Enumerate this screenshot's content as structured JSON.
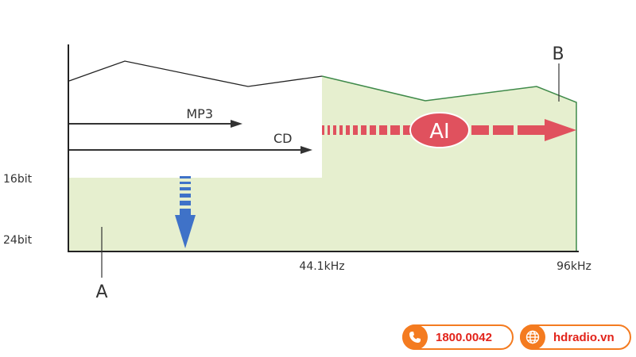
{
  "diagram": {
    "y_labels": {
      "top": "16bit",
      "bottom": "24bit"
    },
    "x_labels": {
      "mid": "44.1kHz",
      "right": "96kHz"
    },
    "formats": {
      "mp3": "MP3",
      "cd": "CD"
    },
    "ai_label": "AI",
    "region_a": "A",
    "region_b": "B"
  },
  "contacts": {
    "phone": "1800.0042",
    "website": "hdradio.vn"
  },
  "colors": {
    "fill": "#e6efcf",
    "outline": "#3f8a4a",
    "ai_arrow": "#e0515e",
    "blue_arrow": "#3f72c8",
    "brand_orange": "#f47b20",
    "brand_red": "#e2231a"
  },
  "icons": {
    "phone": "phone-icon",
    "web": "globe-icon"
  }
}
